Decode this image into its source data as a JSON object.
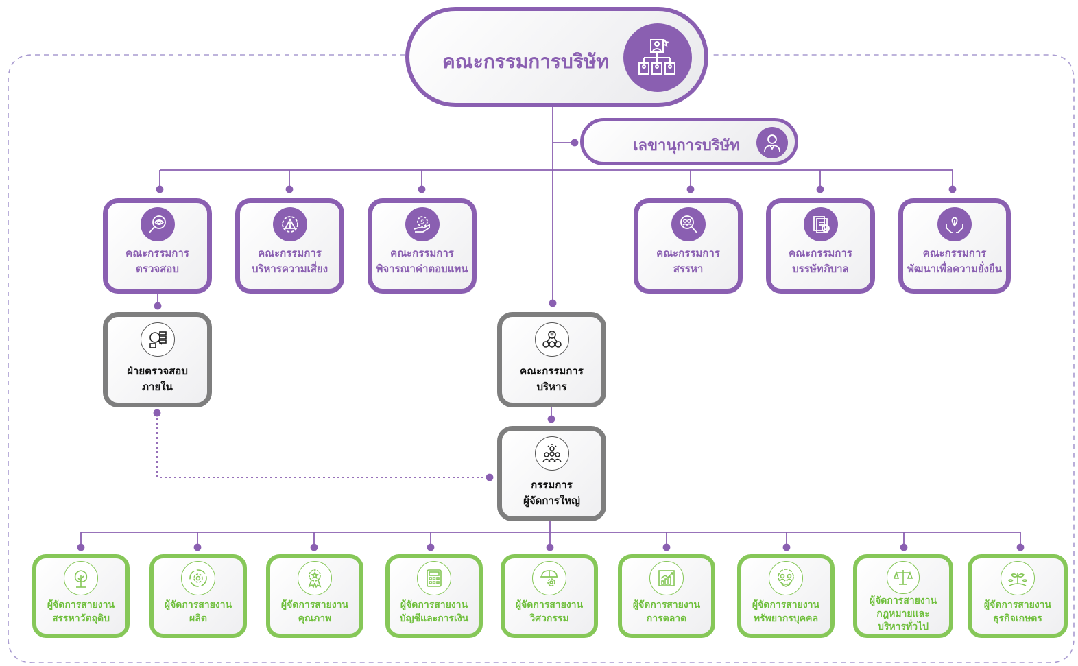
{
  "colors": {
    "purple": "#8a5fb1",
    "gray": "#7e7e7e",
    "green": "#86c758",
    "green_text": "#6fbf3c"
  },
  "board": {
    "label": "คณะกรรมการบริษัท",
    "icon": "org-chart-icon"
  },
  "secretary": {
    "label": "เลขานุการบริษัท",
    "icon": "secretary-person-icon"
  },
  "committees": [
    {
      "line1": "คณะกรรมการ",
      "line2": "ตรวจสอบ",
      "icon": "magnifier-eye-icon"
    },
    {
      "line1": "คณะกรรมการ",
      "line2": "บริหารความเสี่ยง",
      "icon": "warning-gear-icon"
    },
    {
      "line1": "คณะกรรมการ",
      "line2": "พิจารณาค่าตอบแทน",
      "icon": "hand-money-gear-icon"
    },
    {
      "line1": "คณะกรรมการ",
      "line2": "สรรหา",
      "icon": "people-search-icon"
    },
    {
      "line1": "คณะกรรมการ",
      "line2": "บรรษัทภิบาล",
      "icon": "document-check-icon"
    },
    {
      "line1": "คณะกรรมการ",
      "line2": "พัฒนาเพื่อความยั่งยืน",
      "icon": "hands-leaf-icon"
    }
  ],
  "internal_audit": {
    "line1": "ฝ่ายตรวจสอบ",
    "line2": "ภายใน",
    "icon": "audit-checklist-icon"
  },
  "executive": {
    "line1": "คณะกรรมการ",
    "line2": "บริหาร",
    "icon": "team-network-icon"
  },
  "ceo": {
    "line1": "กรรมการ",
    "line2": "ผู้จัดการใหญ่",
    "icon": "team-idea-icon"
  },
  "managers": [
    {
      "lines": [
        "ผู้จัดการสายงาน",
        "สรรหาวัตถุดิบ"
      ],
      "icon": "tree-icon"
    },
    {
      "lines": [
        "ผู้จัดการสายงาน",
        "ผลิต"
      ],
      "icon": "gear-cycle-icon"
    },
    {
      "lines": [
        "ผู้จัดการสายงาน",
        "คุณภาพ"
      ],
      "icon": "quality-medal-icon"
    },
    {
      "lines": [
        "ผู้จัดการสายงาน",
        "บัญชีและการเงิน"
      ],
      "icon": "calculator-icon"
    },
    {
      "lines": [
        "ผู้จัดการสายงาน",
        "วิศวกรรม"
      ],
      "icon": "helmet-gear-icon"
    },
    {
      "lines": [
        "ผู้จัดการสายงาน",
        "การตลาด"
      ],
      "icon": "growth-chart-icon"
    },
    {
      "lines": [
        "ผู้จัดการสายงาน",
        "ทรัพยากรบุคคล"
      ],
      "icon": "people-gear-icon"
    },
    {
      "lines": [
        "ผู้จัดการสายงาน",
        "กฎหมายและ",
        "บริหารทั่วไป"
      ],
      "icon": "law-scale-icon"
    },
    {
      "lines": [
        "ผู้จัดการสายงาน",
        "ธุรกิจเกษตร"
      ],
      "icon": "plants-icon"
    }
  ]
}
